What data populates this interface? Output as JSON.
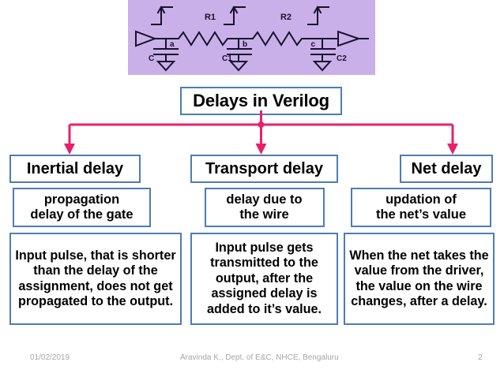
{
  "slide": {
    "title": "Delays in Verilog",
    "accent_color": "#4e7cb4",
    "connector_color": "#e8206c",
    "circuit_bg_color": "#c9b0e8"
  },
  "circuit": {
    "name": "rc-interconnect-circuit",
    "labels": {
      "r1": "R1",
      "r2": "R2",
      "node_a": "a",
      "node_b": "b",
      "node_c": "c",
      "cap_c": "C",
      "cap_c1": "C1",
      "cap_c2": "C2"
    }
  },
  "columns": [
    {
      "head": "Inertial delay",
      "sub": "propagation\ndelay of the gate",
      "desc": "Input pulse, that is shorter than the delay of the assignment, does not get propagated to the output."
    },
    {
      "head": "Transport delay",
      "sub": "delay due to\nthe wire",
      "desc": "Input pulse gets transmitted to the output, after the assigned delay is added to it’s value."
    },
    {
      "head": "Net delay",
      "sub": "updation of\nthe net’s value",
      "desc": "When the net takes the value from the driver, the value on the wire changes, after a delay."
    }
  ],
  "footer": {
    "date": "01/02/2019",
    "center": "Aravinda K., Dept. of E&C, NHCE, Bengaluru",
    "page": "2"
  }
}
